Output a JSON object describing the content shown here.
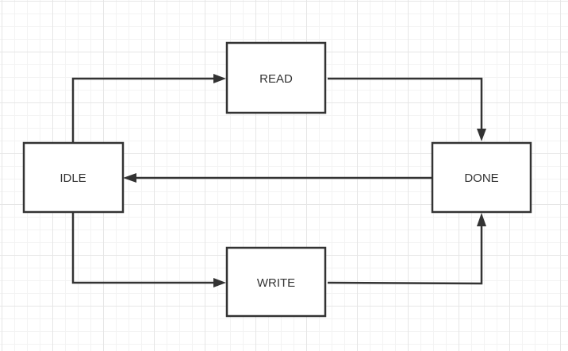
{
  "diagram": {
    "type": "state-machine",
    "states": {
      "idle": "IDLE",
      "read": "READ",
      "write": "WRITE",
      "done": "DONE"
    },
    "transitions": [
      {
        "from": "IDLE",
        "to": "READ"
      },
      {
        "from": "IDLE",
        "to": "WRITE"
      },
      {
        "from": "READ",
        "to": "DONE"
      },
      {
        "from": "WRITE",
        "to": "DONE"
      },
      {
        "from": "DONE",
        "to": "IDLE"
      }
    ],
    "colors": {
      "stroke": "#333333",
      "box_fill": "#ffffff",
      "grid": "#e6e6e6"
    }
  }
}
